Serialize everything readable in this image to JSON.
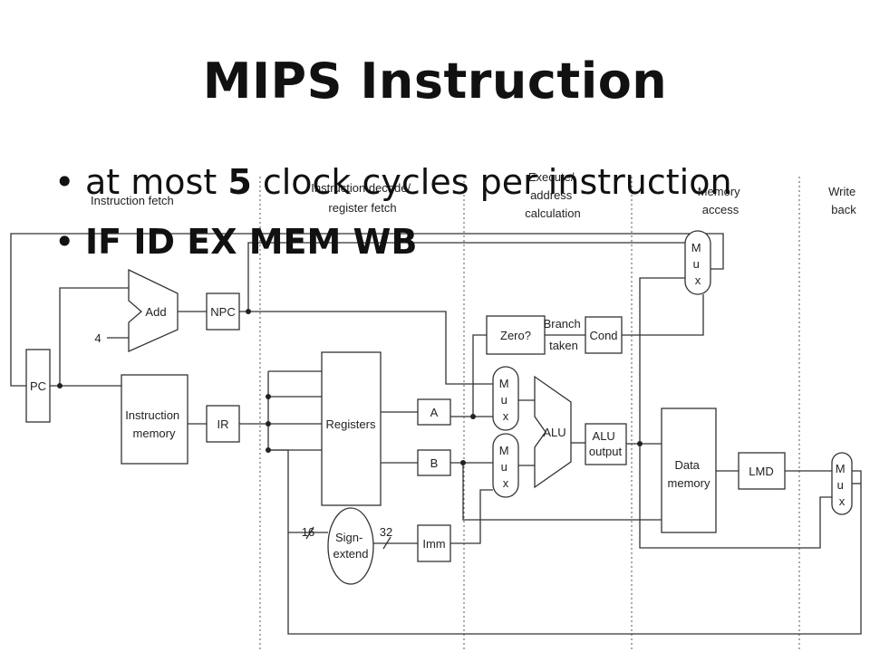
{
  "slide": {
    "title": "MIPS Instruction",
    "bullets": [
      {
        "prefix": "at most ",
        "bold": "5",
        "suffix": " clock cycles per instruction"
      },
      {
        "bold_only": "IF ID EX MEM WB"
      }
    ]
  },
  "stages": {
    "if": "Instruction fetch",
    "id": [
      "Instruction decode/",
      "register fetch"
    ],
    "ex": [
      "Execute/",
      "address",
      "calculation"
    ],
    "mem": [
      "Memory",
      "access"
    ],
    "wb": [
      "Write",
      "back"
    ]
  },
  "blocks": {
    "pc": "PC",
    "add": "Add",
    "four": "4",
    "npc": "NPC",
    "imem": [
      "Instruction",
      "memory"
    ],
    "ir": "IR",
    "registers": "Registers",
    "a": "A",
    "b": "B",
    "imm": "Imm",
    "sign_extend": [
      "Sign-",
      "extend"
    ],
    "bits_in": "16",
    "bits_out": "32",
    "zero": "Zero?",
    "branch_taken": [
      "Branch",
      "taken"
    ],
    "cond": "Cond",
    "alu": "ALU",
    "alu_output": [
      "ALU",
      "output"
    ],
    "dmem": [
      "Data",
      "memory"
    ],
    "lmd": "LMD",
    "mux": [
      "M",
      "u",
      "x"
    ]
  }
}
